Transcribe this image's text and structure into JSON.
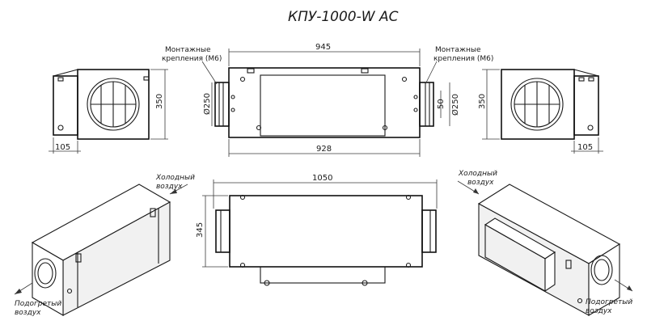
{
  "title": "КПУ-1000-W AC",
  "labels": {
    "mount_left_1": "Монтажные",
    "mount_left_2": "крепления (M6)",
    "mount_right_1": "Монтажные",
    "mount_right_2": "крепления (M6)",
    "cold_air_left_1": "Холодный",
    "cold_air_left_2": "воздух",
    "cold_air_right_1": "Холодный",
    "cold_air_right_2": "воздух",
    "warm_air_left_1": "Подогретый",
    "warm_air_left_2": "воздух",
    "warm_air_right_1": "Подогретый",
    "warm_air_right_2": "воздух"
  },
  "dimensions": {
    "top_length": "945",
    "bottom_length": "928",
    "height_left": "350",
    "height_right": "350",
    "depth_left": "105",
    "depth_right": "105",
    "diameter_left": "Ø250",
    "diameter_right": "Ø250",
    "flange_right": "50",
    "iso_length": "1050",
    "iso_height": "345"
  }
}
